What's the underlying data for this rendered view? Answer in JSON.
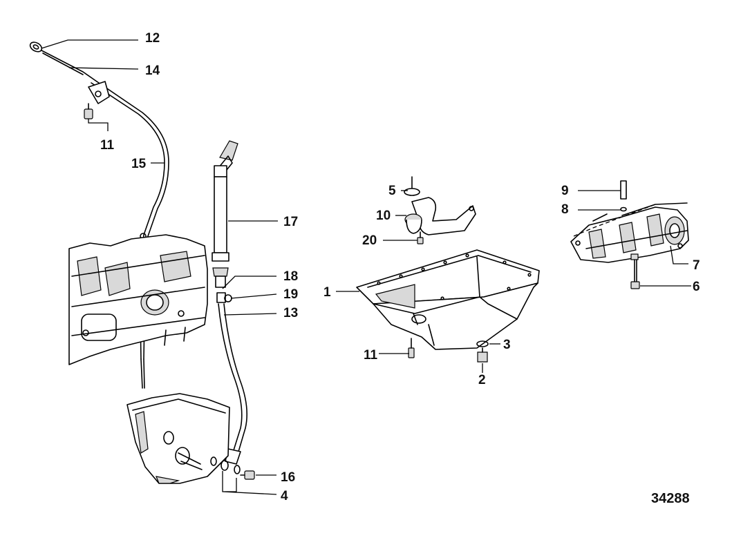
{
  "figure_number": "34288",
  "callouts": {
    "c1": "1",
    "c2": "2",
    "c3": "3",
    "c4": "4",
    "c5": "5",
    "c6": "6",
    "c7": "7",
    "c8": "8",
    "c9": "9",
    "c10": "10",
    "c11a": "11",
    "c11b": "11",
    "c12": "12",
    "c13": "13",
    "c14": "14",
    "c15": "15",
    "c16": "16",
    "c17": "17",
    "c18": "18",
    "c19": "19",
    "c20": "20"
  }
}
